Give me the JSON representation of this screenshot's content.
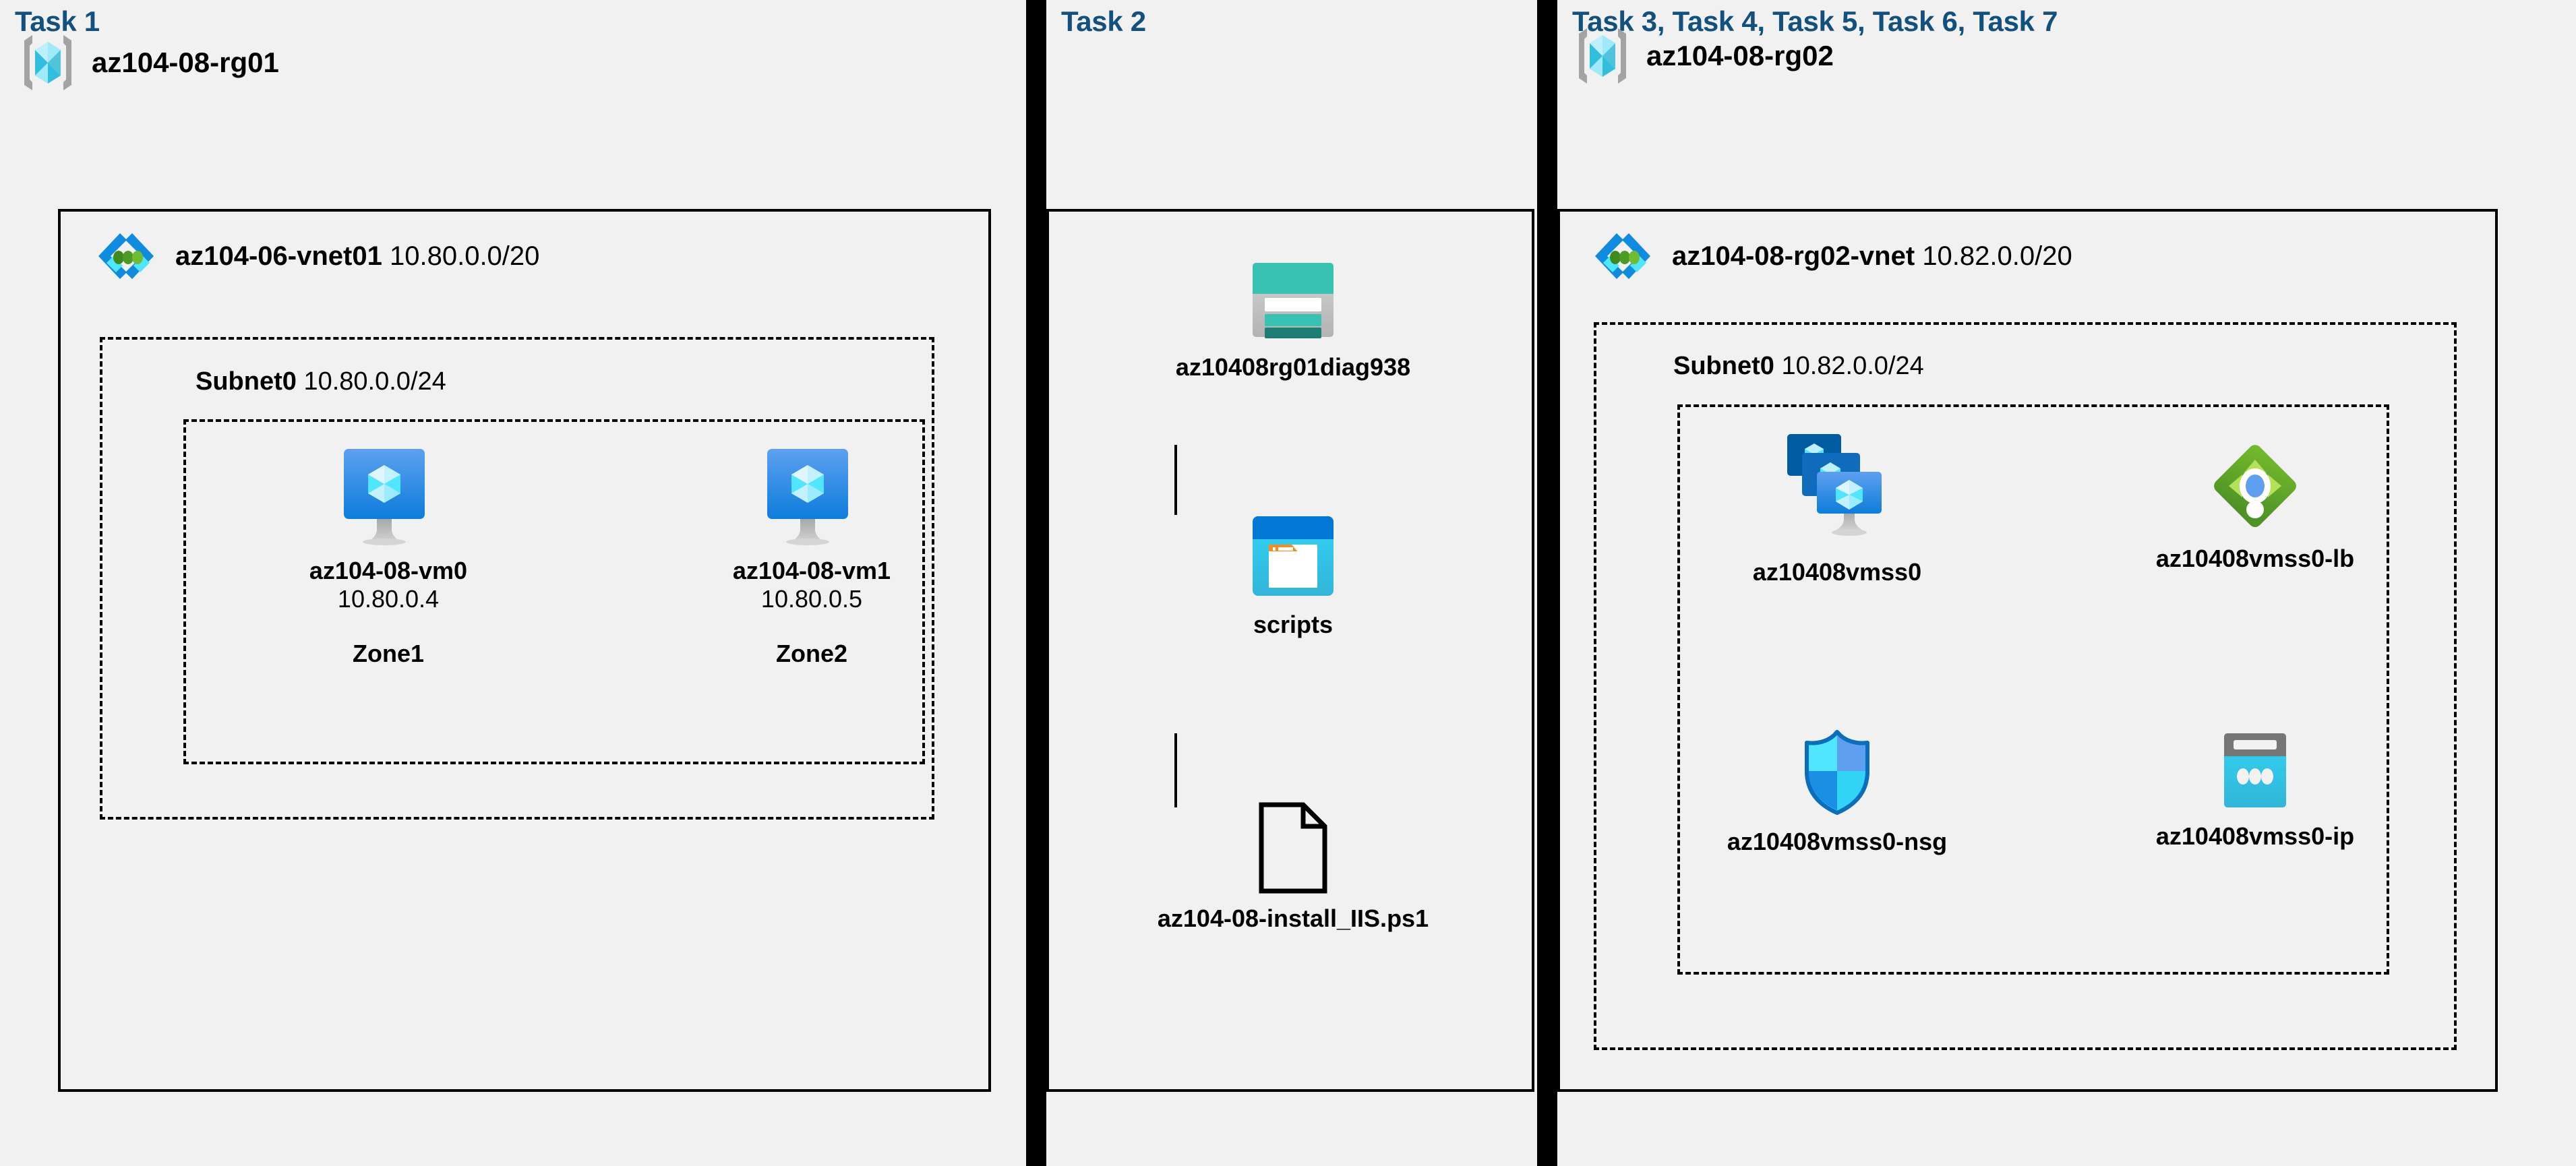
{
  "panels": [
    {
      "title": "Task 1",
      "resource_group": {
        "name": "az104-08-rg01",
        "icon": "resource-group-icon"
      },
      "vnet": {
        "name": "az104-06-vnet01",
        "cidr": "10.80.0.0/20",
        "icon": "virtual-network-icon"
      },
      "subnet": {
        "name": "Subnet0",
        "cidr": "10.80.0.0/24"
      },
      "vms": [
        {
          "name": "az104-08-vm0",
          "ip": "10.80.0.4",
          "zone": "Zone1",
          "icon": "virtual-machine-icon"
        },
        {
          "name": "az104-08-vm1",
          "ip": "10.80.0.5",
          "zone": "Zone2",
          "icon": "virtual-machine-icon"
        }
      ]
    },
    {
      "title": "Task 2",
      "items": [
        {
          "name": "az10408rg01diag938",
          "icon": "storage-account-icon"
        },
        {
          "name": "scripts",
          "icon": "blob-container-icon"
        },
        {
          "name": "az104-08-install_IIS.ps1",
          "icon": "file-icon"
        }
      ]
    },
    {
      "title": "Task 3, Task 4, Task 5, Task 6, Task 7",
      "resource_group": {
        "name": "az104-08-rg02",
        "icon": "resource-group-icon"
      },
      "vnet": {
        "name": "az104-08-rg02-vnet",
        "cidr": "10.82.0.0/20",
        "icon": "virtual-network-icon"
      },
      "subnet": {
        "name": "Subnet0",
        "cidr": "10.82.0.0/24"
      },
      "resources": [
        {
          "name": "az10408vmss0",
          "icon": "vm-scale-set-icon"
        },
        {
          "name": "az10408vmss0-lb",
          "icon": "load-balancer-icon"
        },
        {
          "name": "az10408vmss0-nsg",
          "icon": "network-security-group-icon"
        },
        {
          "name": "az10408vmss0-ip",
          "icon": "public-ip-address-icon"
        }
      ]
    }
  ],
  "colors": {
    "panel_background": "#f1f1f1",
    "separator": "#000000",
    "title_blue": "#12507e",
    "border": "#000000",
    "azure_blue": "#0078d4",
    "cyan": "#32bedd",
    "teal": "#2fbfb3",
    "green": "#7fba42",
    "orange": "#f78d1e"
  }
}
